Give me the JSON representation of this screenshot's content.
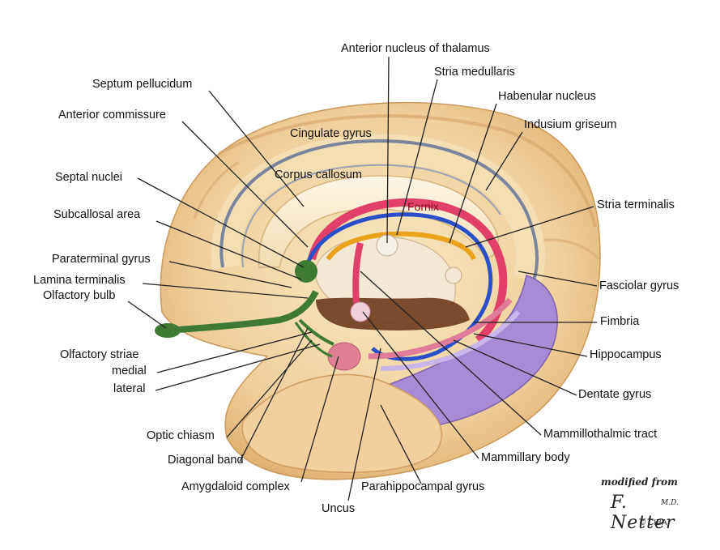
{
  "labels": {
    "anterior_nucleus_of_thalamus": "Anterior nucleus of thalamus",
    "stria_medullaris": "Stria medullaris",
    "septum_pellucidum": "Septum pellucidum",
    "habenular_nucleus": "Habenular nucleus",
    "anterior_commissure": "Anterior commissure",
    "indusium_griseum": "Indusium griseum",
    "cingulate_gyrus": "Cingulate gyrus",
    "corpus_callosum": "Corpus callosum",
    "fornix": "Fornix",
    "septal_nuclei": "Septal nuclei",
    "stria_terminalis": "Stria terminalis",
    "subcallosal_area": "Subcallosal area",
    "paraterminal_gyrus": "Paraterminal gyrus",
    "lamina_terminalis": "Lamina terminalis",
    "fasciolar_gyrus": "Fasciolar gyrus",
    "olfactory_bulb": "Olfactory bulb",
    "fimbria": "Fimbria",
    "olfactory_striae": "Olfactory striae",
    "hippocampus": "Hippocampus",
    "medial": "medial",
    "lateral": "lateral",
    "dentate_gyrus": "Dentate gyrus",
    "optic_chiasm": "Optic chiasm",
    "mammillothalmic_tract": "Mammillothalmic tract",
    "diagonal_band": "Diagonal band",
    "mammillary_body": "Mammillary body",
    "amygdaloid_complex": "Amygdaloid complex",
    "parahippocampal_gyrus": "Parahippocampal gyrus",
    "uncus": "Uncus"
  },
  "credit": {
    "modified_from": "modified from",
    "signature": "F. Netter",
    "signature_suffix": "M.D.",
    "copyright": "© CIBA"
  },
  "colors": {
    "cortex": "#f2d9a8",
    "cortex_shadow": "#d9a566",
    "corpus_callosum": "#fbf1d8",
    "fornix": "#e0406a",
    "stria_blue": "#2a4fc9",
    "stria_orange": "#e9a21a",
    "olfactory_green": "#3f7a34",
    "hippocampus_purple": "#a88bd6",
    "thalamus_brown": "#6b3b1e"
  }
}
